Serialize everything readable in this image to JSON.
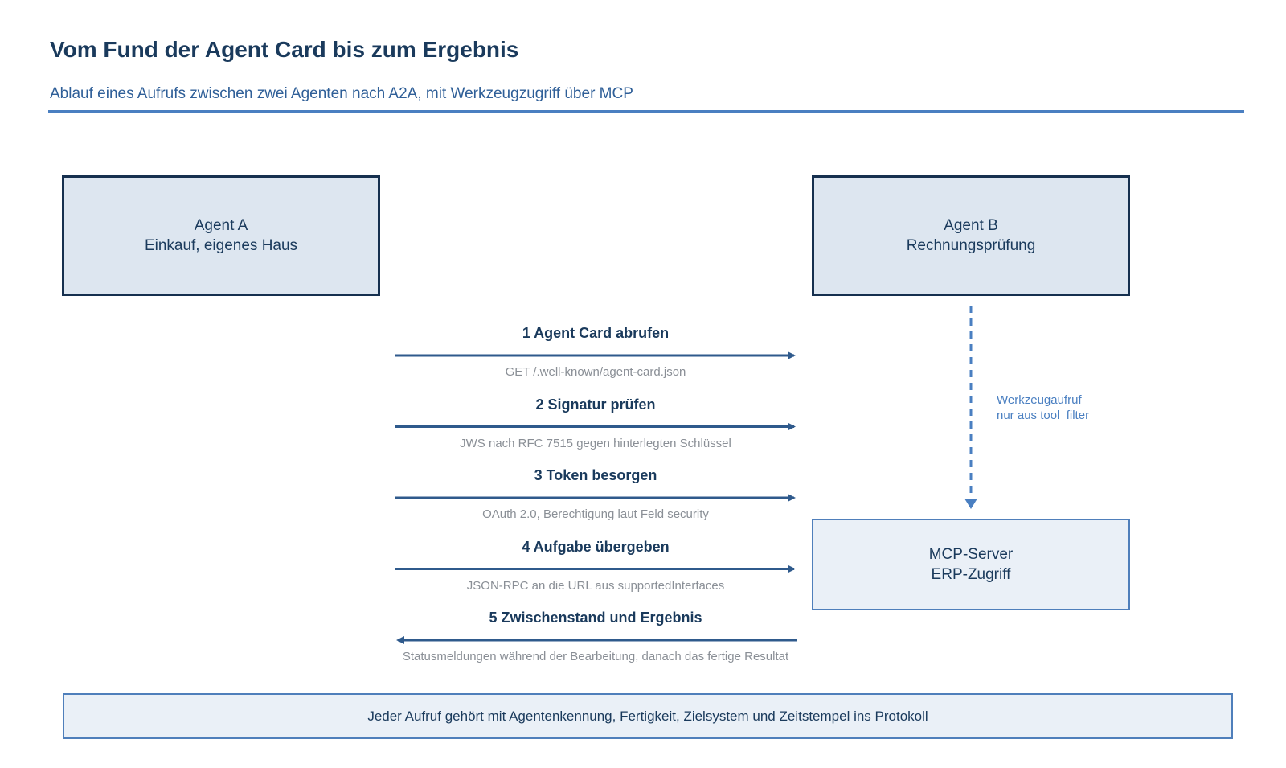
{
  "title": "Vom Fund der Agent Card bis zum Ergebnis",
  "subtitle": "Ablauf eines Aufrufs zwischen zwei Agenten nach A2A, mit Werkzeugzugriff über MCP",
  "agent_a": {
    "line1": "Agent A",
    "line2": "Einkauf, eigenes Haus"
  },
  "agent_b": {
    "line1": "Agent B",
    "line2": "Rechnungsprüfung"
  },
  "mcp_server": {
    "line1": "MCP-Server",
    "line2": "ERP-Zugriff"
  },
  "tool_call_note": {
    "line1": "Werkzeugaufruf",
    "line2": "nur aus tool_filter"
  },
  "steps": [
    {
      "title": "1  Agent Card abrufen",
      "detail": "GET /.well-known/agent-card.json",
      "direction": "A-to-B"
    },
    {
      "title": "2  Signatur prüfen",
      "detail": "JWS nach RFC 7515 gegen hinterlegten Schlüssel",
      "direction": "A-to-B"
    },
    {
      "title": "3  Token besorgen",
      "detail": "OAuth 2.0, Berechtigung laut Feld security",
      "direction": "A-to-B"
    },
    {
      "title": "4  Aufgabe übergeben",
      "detail": "JSON-RPC an die URL aus supportedInterfaces",
      "direction": "A-to-B"
    },
    {
      "title": "5  Zwischenstand und Ergebnis",
      "detail": "Statusmeldungen während der Bearbeitung, danach das fertige Resultat",
      "direction": "B-to-A"
    }
  ],
  "footer": "Jeder Aufruf gehört mit Agentenkennung, Fertigkeit, Zielsystem und Zeitstempel ins Protokoll",
  "colors": {
    "dark_navy": "#16304f",
    "accent_blue": "#4a7fc1",
    "arrow_blue": "#2f5a8c",
    "agent_fill": "#dde6f0",
    "mcp_fill": "#eaf0f7",
    "detail_gray": "#8a8f96"
  }
}
